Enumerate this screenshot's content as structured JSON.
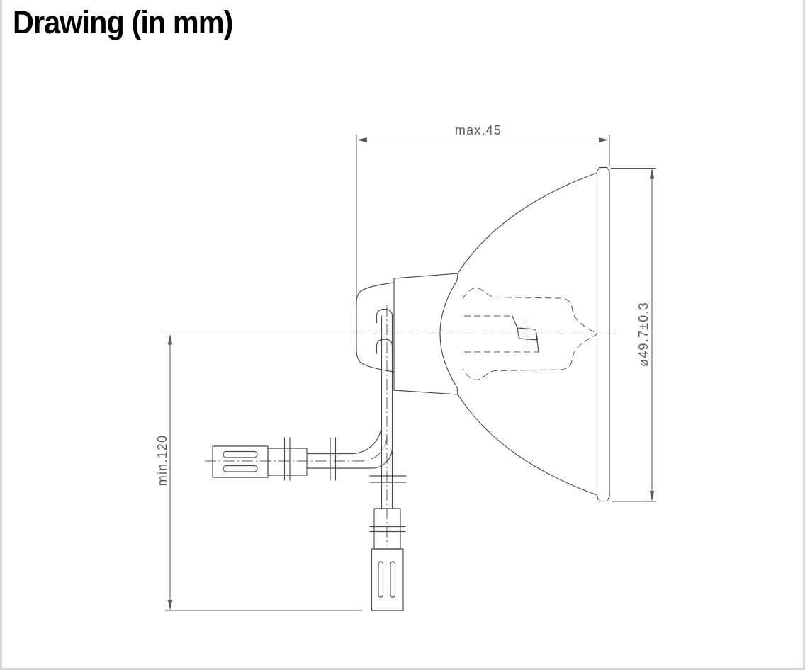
{
  "page": {
    "title": "Drawing (in mm)"
  },
  "drawing": {
    "type": "technical-dimension-drawing",
    "subject": "reflector lamp with two cable leads and plug connectors",
    "dimension_labels": {
      "max_width": "max.45",
      "diameter": "ø49.7±0.3",
      "min_cable_length": "min.120"
    },
    "colors": {
      "line": "#4a4a4a",
      "dimension": "#5a5a5a",
      "frame_border": "#d5d5d5",
      "title_text": "#000000"
    }
  }
}
